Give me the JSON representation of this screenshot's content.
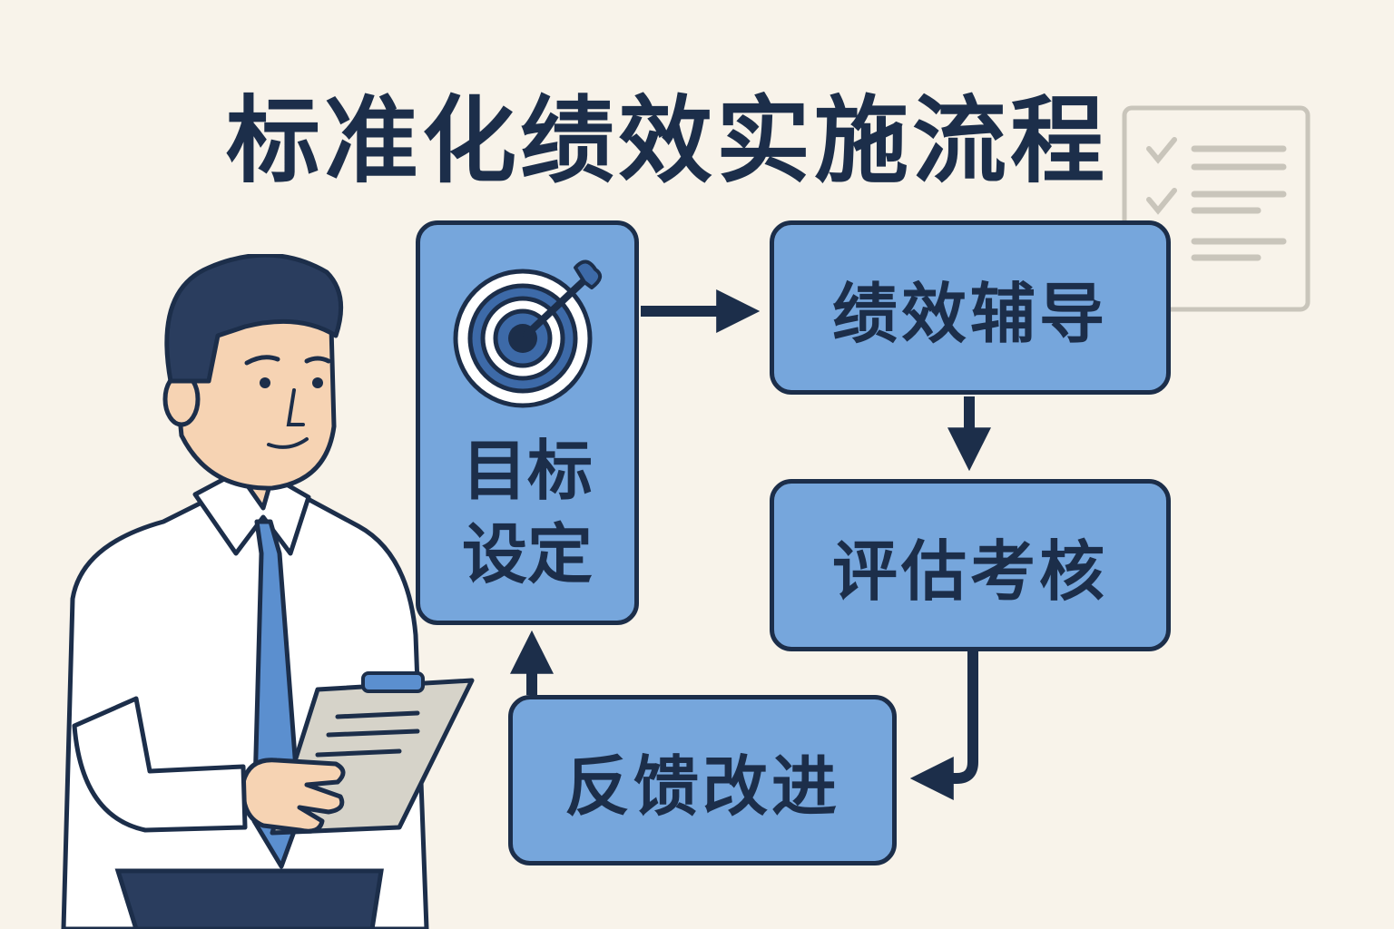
{
  "title": "标准化绩效实施流程",
  "steps": [
    {
      "id": "goal",
      "label": "目标设定"
    },
    {
      "id": "coach",
      "label": "绩效辅导"
    },
    {
      "id": "eval",
      "label": "评估考核"
    },
    {
      "id": "feedback",
      "label": "反馈改进"
    }
  ],
  "colors": {
    "background": "#f8f3ea",
    "node_fill": "#76a6dc",
    "outline": "#1c2e4a",
    "shirt": "#ffffff",
    "tie": "#5b8fcf",
    "skin": "#f6d3b3",
    "clipboard": "#d6d3c9"
  },
  "icons": [
    "target-icon",
    "checklist-icon",
    "clipboard-icon"
  ]
}
